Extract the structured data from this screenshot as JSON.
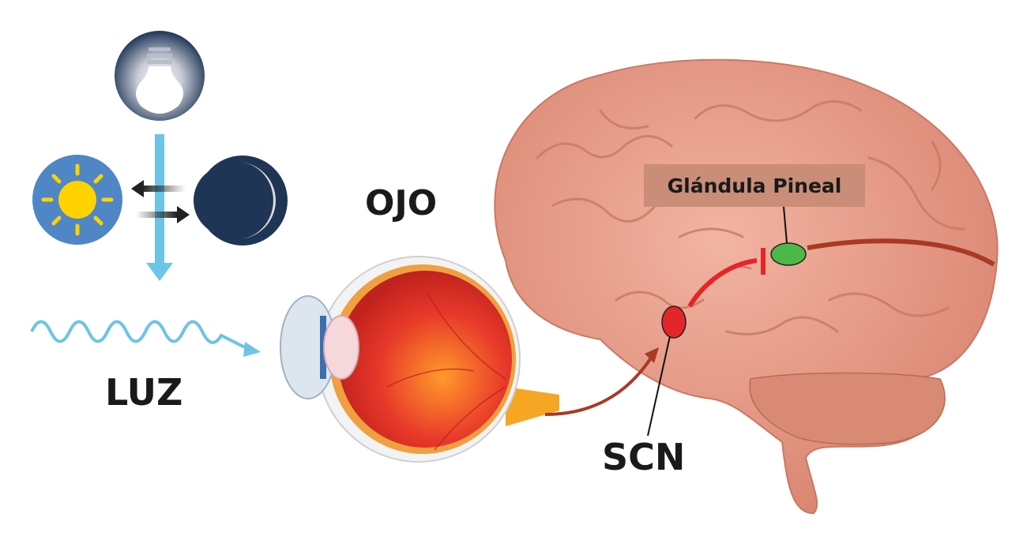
{
  "labels": {
    "light": "LUZ",
    "eye": "OJO",
    "scn": "SCN",
    "pineal": "Glándula Pineal"
  },
  "colors": {
    "light_blue": "#6cc4e6",
    "night_navy": "#1f3556",
    "sun_yellow": "#ffd200",
    "sun_bg": "#4f86c6",
    "brain": "#e8a08c",
    "scn_red": "#e3262a",
    "pineal_green": "#4cb848",
    "pathway": "#a83a24",
    "label_box": "#c98d78"
  }
}
